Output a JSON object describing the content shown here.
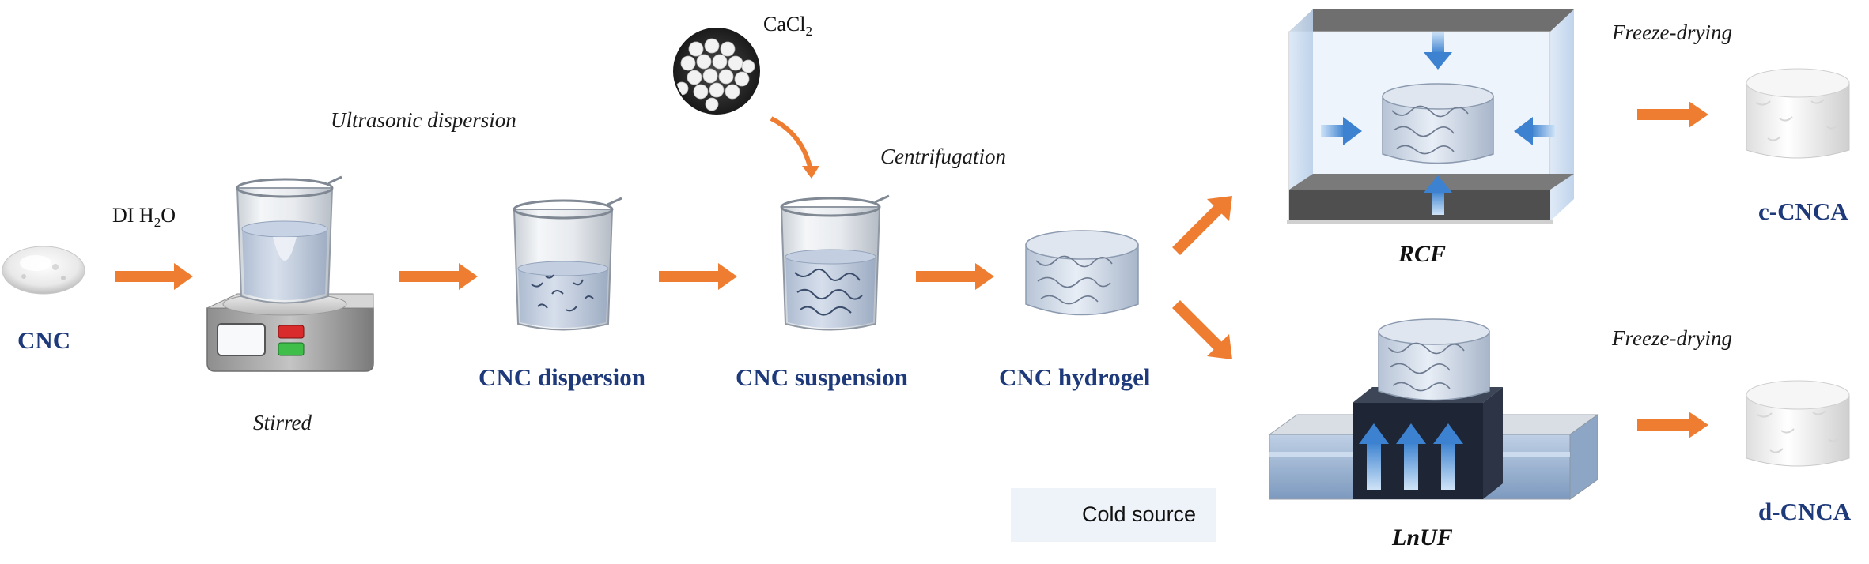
{
  "labels": {
    "cnc": "CNC",
    "di_water_main": "DI H",
    "di_water_sub": "2",
    "di_water_tail": "O",
    "ultrasonic": "Ultrasonic dispersion",
    "stirred": "Stirred",
    "cnc_dispersion": "CNC dispersion",
    "cacl2_main": "CaCl",
    "cacl2_sub": "2",
    "centrifugation": "Centrifugation",
    "cnc_suspension": "CNC suspension",
    "cnc_hydrogel": "CNC hydrogel",
    "rcf": "RCF",
    "lnuf": "LnUF",
    "freeze_drying_top": "Freeze-drying",
    "freeze_drying_bottom": "Freeze-drying",
    "c_cnca": "c-CNCA",
    "d_cnca": "d-CNCA",
    "legend_cold_source": "Cold source"
  },
  "colors": {
    "process_arrow": "#ee7d31",
    "cold_arrow": "#4a90d9",
    "label_blue": "#1f3a7a",
    "legend_bg": "#eef3fa"
  },
  "icons": {
    "powder": "cnc-powder-icon",
    "stirrer": "magnetic-stirrer-icon",
    "beaker": "beaker-icon",
    "hydrogel": "hydrogel-cylinder-icon",
    "cacl2": "cacl2-beads-icon",
    "aerogel": "aerogel-sample-icon",
    "cold_arrow": "cold-source-arrow-icon"
  }
}
